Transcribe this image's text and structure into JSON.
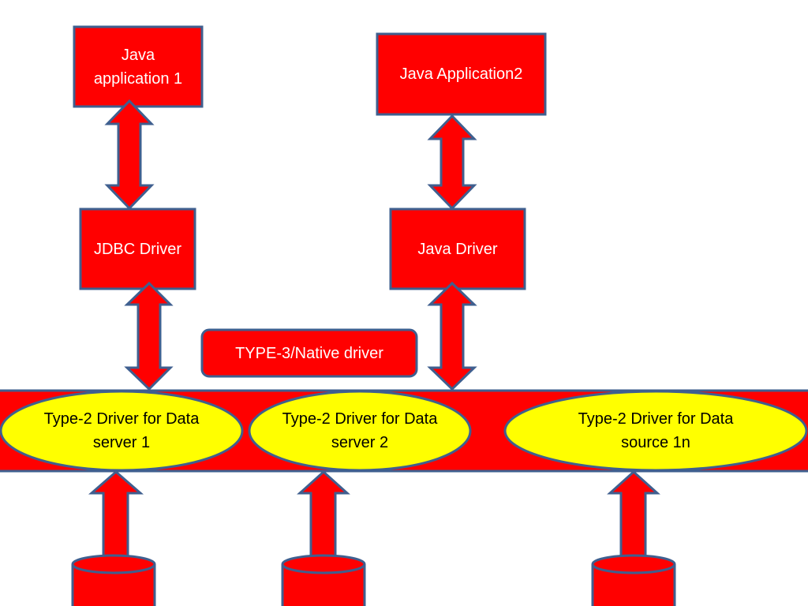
{
  "nodes": {
    "java_app_1": "Java application 1",
    "java_app_2": "Java Application2",
    "jdbc_driver": "JDBC Driver",
    "java_driver": "Java Driver",
    "type3_native": "TYPE-3/Native driver",
    "type2_ds1": "Type-2 Driver for Data server 1",
    "type2_ds2": "Type-2 Driver for Data server 2",
    "type2_ds1n": "Type-2 Driver for Data source 1n"
  },
  "colors": {
    "box_fill": "#ff0000",
    "outline": "#3f5f8f",
    "ellipse_fill": "#ffff00",
    "box_text": "#ffffff",
    "ellipse_text": "#000000"
  }
}
